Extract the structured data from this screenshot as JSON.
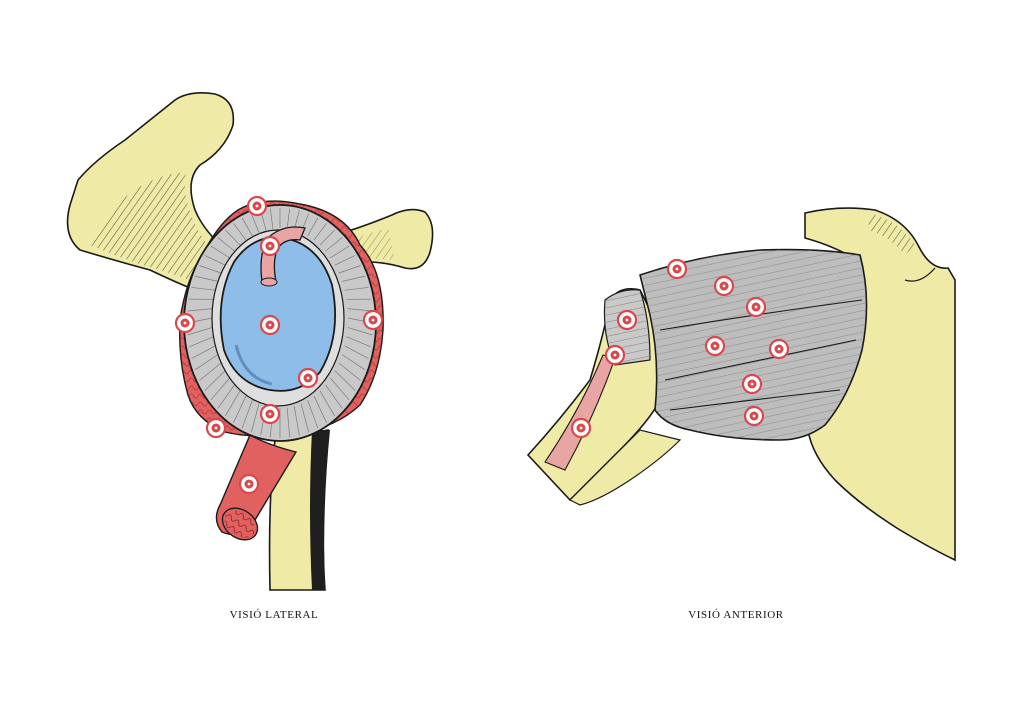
{
  "figures": {
    "lateral": {
      "caption": "VISIÓ LATERAL"
    },
    "anterior": {
      "caption": "VISIÓ ANTERIOR"
    }
  },
  "colors": {
    "bone": "#efeaa6",
    "bone_shadow": "#5b5b37",
    "cartilage_rim": "#c9c9c9",
    "glenoid": "#8fbde9",
    "muscle": "#e0615f",
    "tendon": "#e9a5a3",
    "capsule": "#bdbdbd",
    "marker_ring": "#d9484c",
    "outline": "#1a1a1a"
  },
  "markers": {
    "lateral": [
      "point",
      "point",
      "point",
      "point",
      "point",
      "point",
      "point",
      "point",
      "point"
    ],
    "anterior": [
      "point",
      "point",
      "point",
      "point",
      "point",
      "point",
      "point",
      "point",
      "point",
      "point"
    ]
  }
}
